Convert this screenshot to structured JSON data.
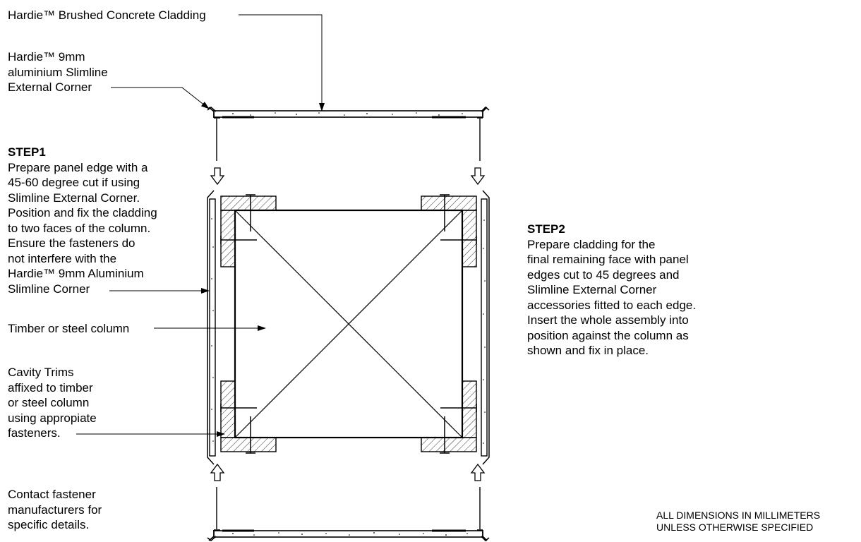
{
  "labels": {
    "cladding": "Hardie™ Brushed Concrete Cladding",
    "corner": [
      "Hardie™ 9mm",
      "aluminium Slimline",
      "External Corner"
    ],
    "column": "Timber or steel column",
    "cavity": [
      "Cavity Trims",
      "affixed to timber",
      "or steel column",
      "using appropiate",
      "fasteners."
    ],
    "contact": [
      "Contact fastener",
      "manufacturers for",
      "specific details."
    ]
  },
  "step1": {
    "title": "STEP1",
    "lines": [
      "Prepare panel edge with a",
      "45-60 degree cut if using",
      "Slimline External Corner.",
      "Position and fix the cladding",
      "to two faces of the column.",
      "Ensure the fasteners do",
      "not interfere with the",
      "Hardie™ 9mm Aluminium",
      "Slimline Corner"
    ]
  },
  "step2": {
    "title": "STEP2",
    "lines": [
      "Prepare cladding for the",
      "final remaining face with panel",
      "edges cut to 45 degrees and",
      "Slimline External Corner",
      "accessories fitted to each edge.",
      "Insert the whole assembly into",
      "position against the column as",
      "shown and fix in place."
    ]
  },
  "note": [
    "ALL DIMENSIONS IN MILLIMETERS",
    "UNLESS OTHERWISE SPECIFIED"
  ],
  "colors": {
    "ink": "#000000",
    "background": "#ffffff",
    "hatch": "#000000"
  }
}
